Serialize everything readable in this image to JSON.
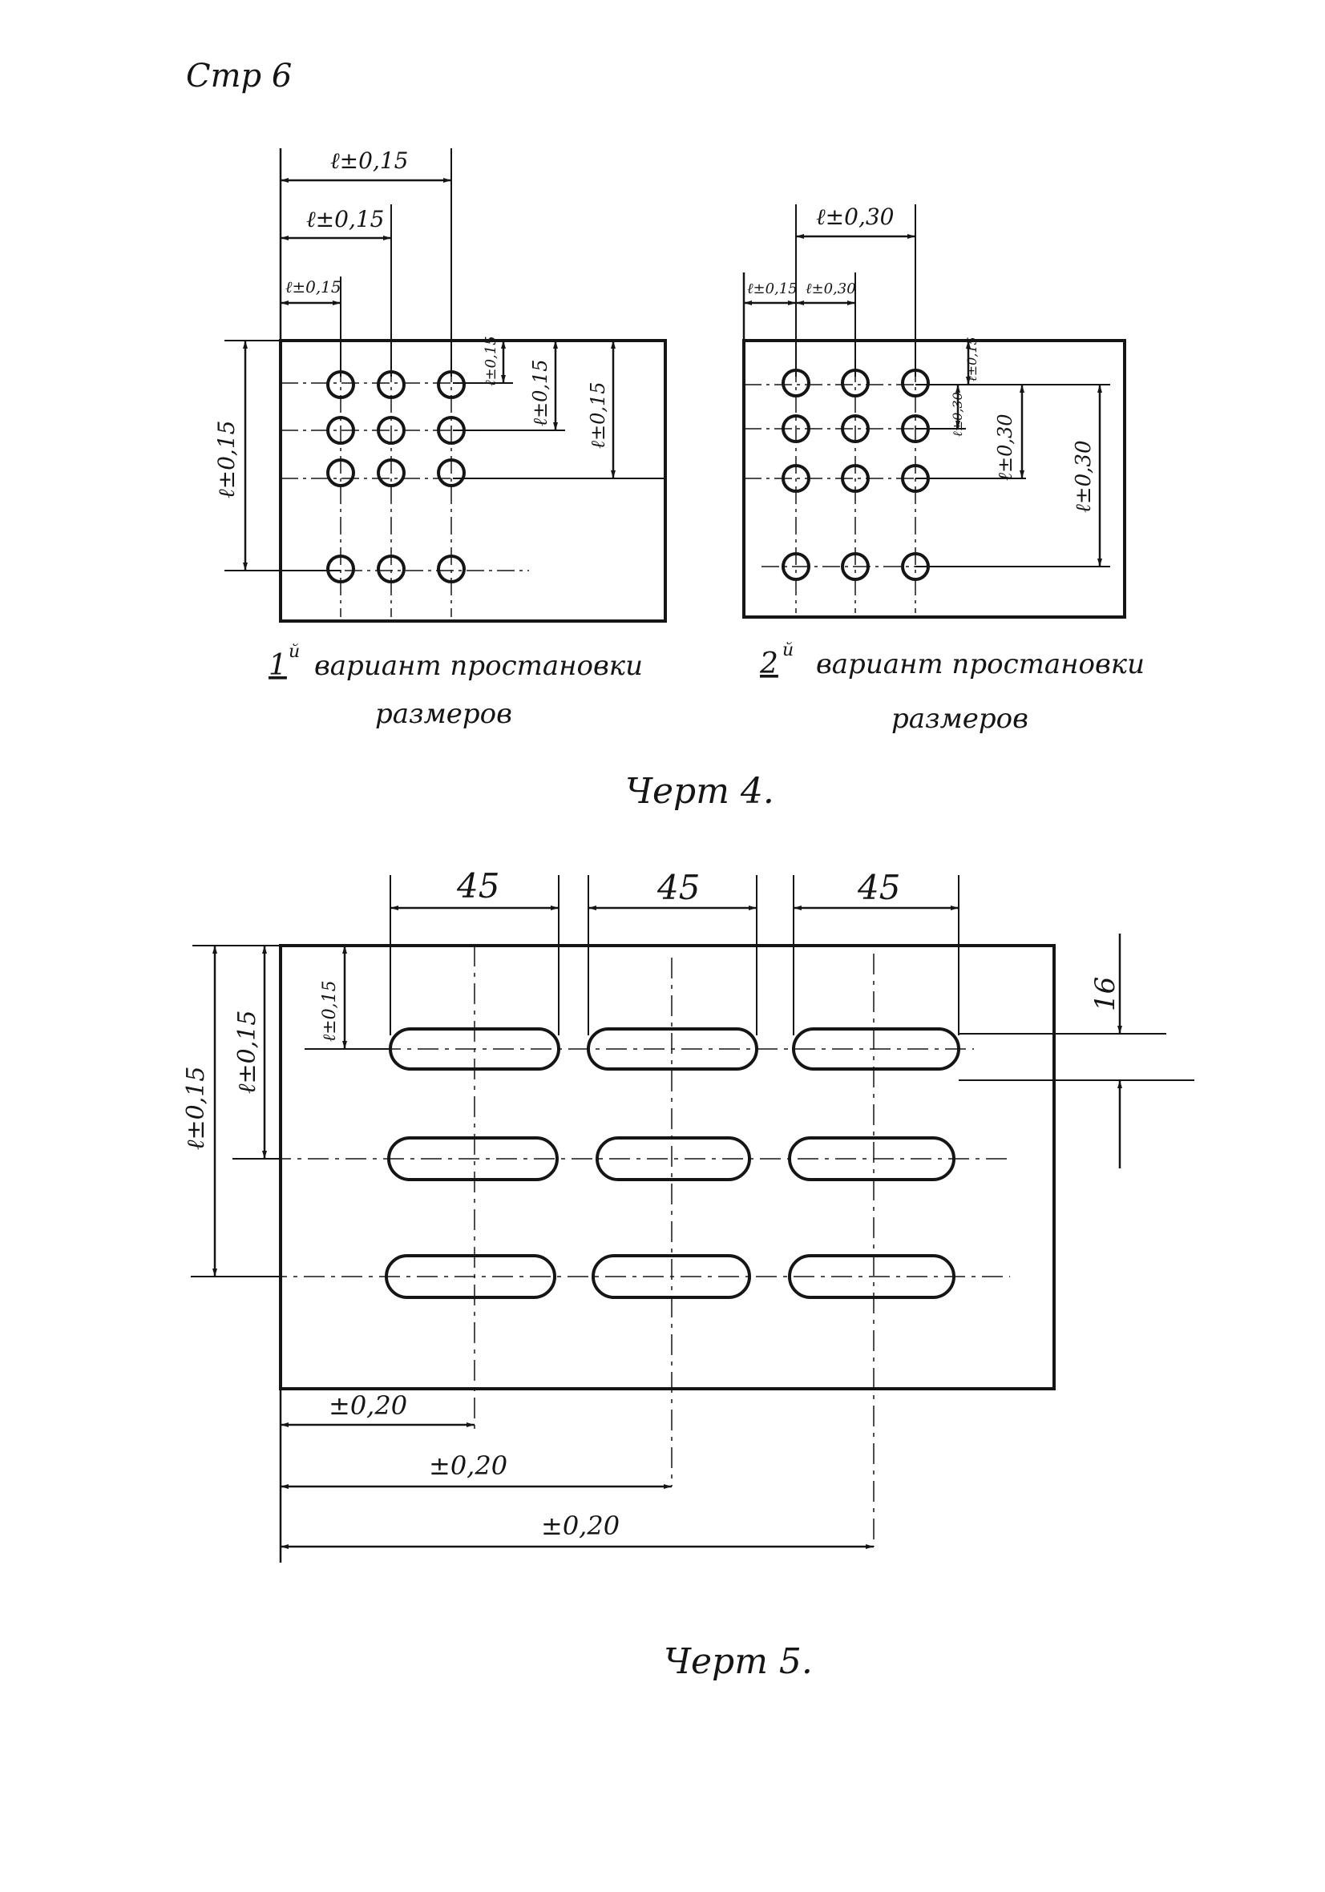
{
  "page": {
    "page_label": "Стр 6"
  },
  "figure4": {
    "caption": "Черт 4.",
    "variant1": {
      "caption_num": "1",
      "caption_sup": "й",
      "caption_line1": "вариант простановки",
      "caption_line2": "размеров",
      "dim_top_1": "ℓ±0,15",
      "dim_top_2": "ℓ±0,15",
      "dim_top_3": "ℓ±0,15",
      "dim_left": "ℓ±0,15",
      "dim_right_1": "ℓ±0,15",
      "dim_right_2": "ℓ±0,15",
      "dim_right_3": "ℓ±0,15"
    },
    "variant2": {
      "caption_num": "2",
      "caption_sup": "й",
      "caption_line1": "вариант простановки",
      "caption_line2": "размеров",
      "dim_top_1": "ℓ±0,15",
      "dim_top_2": "ℓ±0,30",
      "dim_top_3": "ℓ±0,30",
      "dim_right_1": "ℓ±0,15",
      "dim_right_2": "ℓ±0,30",
      "dim_right_3": "ℓ±0,30",
      "dim_right_4": "ℓ±0,30"
    }
  },
  "figure5": {
    "caption": "Черт 5.",
    "dim_top_1": "45",
    "dim_top_2": "45",
    "dim_top_3": "45",
    "dim_right": "16",
    "dim_left_inner": "ℓ±0,15",
    "dim_left_mid": "ℓ±0,15",
    "dim_left_outer": "ℓ±0,15",
    "dim_bottom_1": "±0,20",
    "dim_bottom_2": "±0,20",
    "dim_bottom_3": "±0,20"
  }
}
